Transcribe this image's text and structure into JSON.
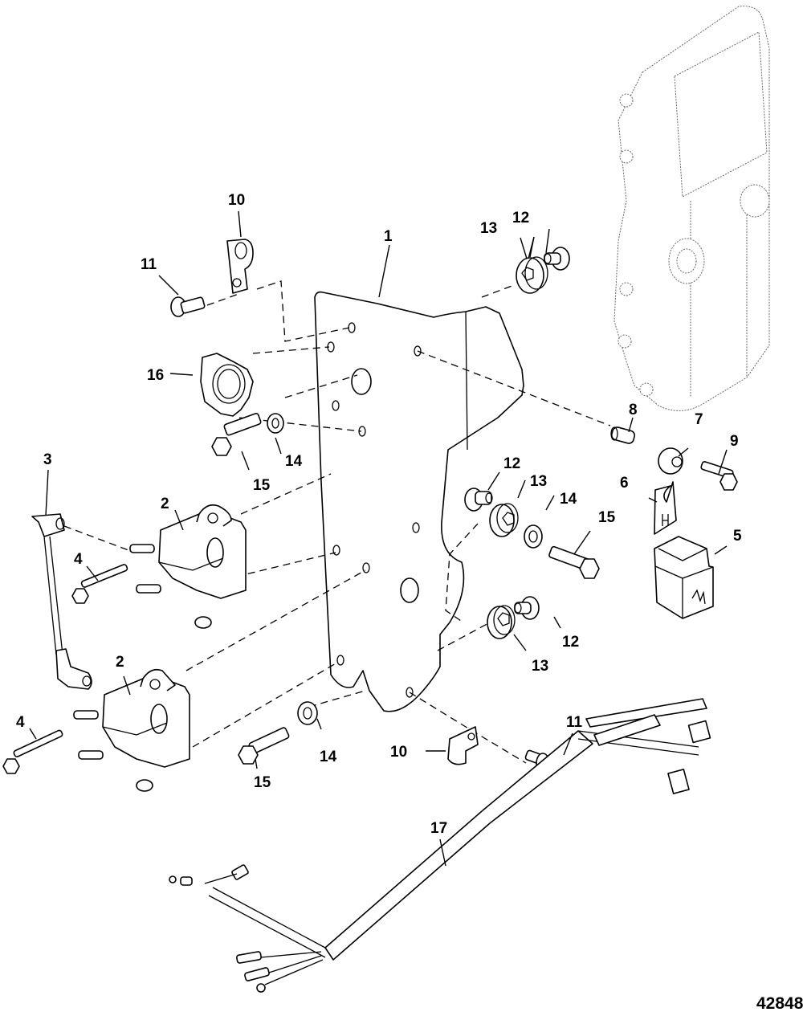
{
  "diagram": {
    "type": "exploded-parts-view",
    "reference_number": "42848",
    "callouts": [
      {
        "id": "1",
        "label": "1"
      },
      {
        "id": "2a",
        "label": "2"
      },
      {
        "id": "2b",
        "label": "2"
      },
      {
        "id": "3",
        "label": "3"
      },
      {
        "id": "4a",
        "label": "4"
      },
      {
        "id": "4b",
        "label": "4"
      },
      {
        "id": "5",
        "label": "5"
      },
      {
        "id": "6",
        "label": "6"
      },
      {
        "id": "7",
        "label": "7"
      },
      {
        "id": "8",
        "label": "8"
      },
      {
        "id": "9",
        "label": "9"
      },
      {
        "id": "10a",
        "label": "10"
      },
      {
        "id": "10b",
        "label": "10"
      },
      {
        "id": "11a",
        "label": "11"
      },
      {
        "id": "11b",
        "label": "11"
      },
      {
        "id": "12a",
        "label": "12"
      },
      {
        "id": "12b",
        "label": "12"
      },
      {
        "id": "12c",
        "label": "12"
      },
      {
        "id": "13a",
        "label": "13"
      },
      {
        "id": "13b",
        "label": "13"
      },
      {
        "id": "13c",
        "label": "13"
      },
      {
        "id": "14a",
        "label": "14"
      },
      {
        "id": "14b",
        "label": "14"
      },
      {
        "id": "14c",
        "label": "14"
      },
      {
        "id": "15a",
        "label": "15"
      },
      {
        "id": "15b",
        "label": "15"
      },
      {
        "id": "15c",
        "label": "15"
      },
      {
        "id": "16",
        "label": "16"
      },
      {
        "id": "17",
        "label": "17"
      }
    ]
  }
}
